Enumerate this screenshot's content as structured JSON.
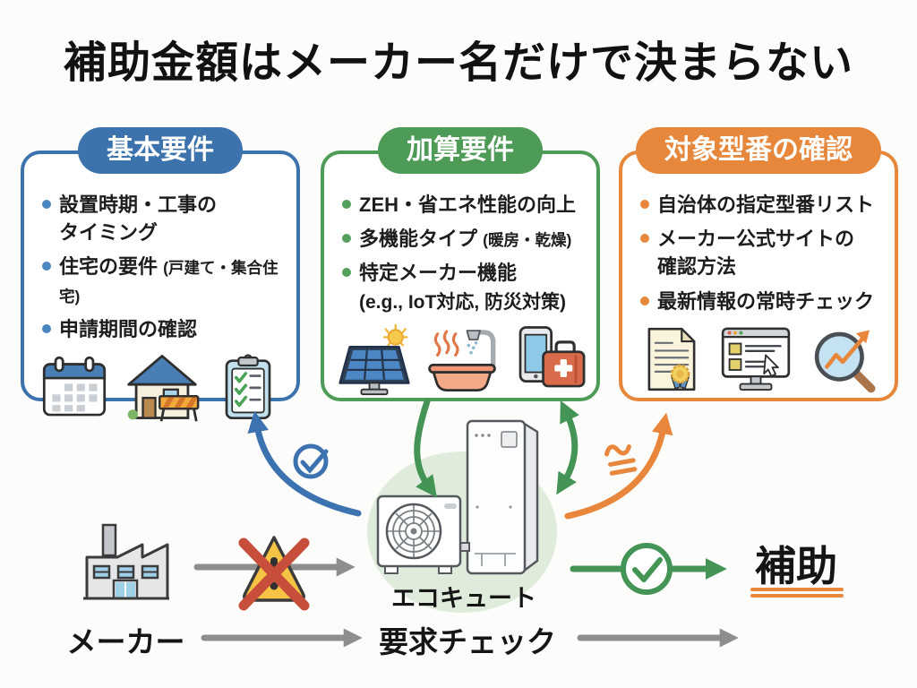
{
  "title": "補助金額はメーカー名だけで決まらない",
  "boxes": [
    {
      "header": "基本要件",
      "accent": "#3d73ad",
      "bullets": [
        {
          "line1": "設置時期・工事の",
          "line2": "タイミング"
        },
        {
          "line1": "住宅の要件",
          "note": "(戸建て・集合住宅)"
        },
        {
          "line1": "申請期間の確認"
        }
      ],
      "icons": [
        "calendar-icon",
        "house-construction-icon",
        "checklist-icon"
      ]
    },
    {
      "header": "加算要件",
      "accent": "#4d9b57",
      "bullets": [
        {
          "line1": "ZEH・省エネ性能の向上"
        },
        {
          "line1": "多機能タイプ",
          "note": "(暖房・乾燥)"
        },
        {
          "line1": "特定メーカー機能",
          "line2": "(e.g., IoT対応, 防災対策)"
        }
      ],
      "icons": [
        "solar-panel-icon",
        "bath-shower-icon",
        "phone-firstaid-icon"
      ]
    },
    {
      "header": "対象型番の確認",
      "accent": "#e6873c",
      "bullets": [
        {
          "line1": "自治体の指定型番リスト"
        },
        {
          "line1": "メーカー公式サイトの",
          "line2": "確認方法"
        },
        {
          "line1": "最新情報の常時チェック"
        }
      ],
      "icons": [
        "certificate-icon",
        "monitor-list-icon",
        "magnifier-chart-icon"
      ]
    }
  ],
  "center": {
    "label": "エコキュート"
  },
  "bottom_flow": {
    "manufacturer": "メーカー",
    "request_check": "要求チェック",
    "subsidy": "補助"
  },
  "colors": {
    "blue": "#3d73ad",
    "green": "#4d9b57",
    "orange": "#e6873c",
    "gray_arrow": "#8e8e8e",
    "warning_yellow": "#f6c445",
    "error_red": "#c84e3c",
    "center_circle_bg": "#dfecdb"
  }
}
